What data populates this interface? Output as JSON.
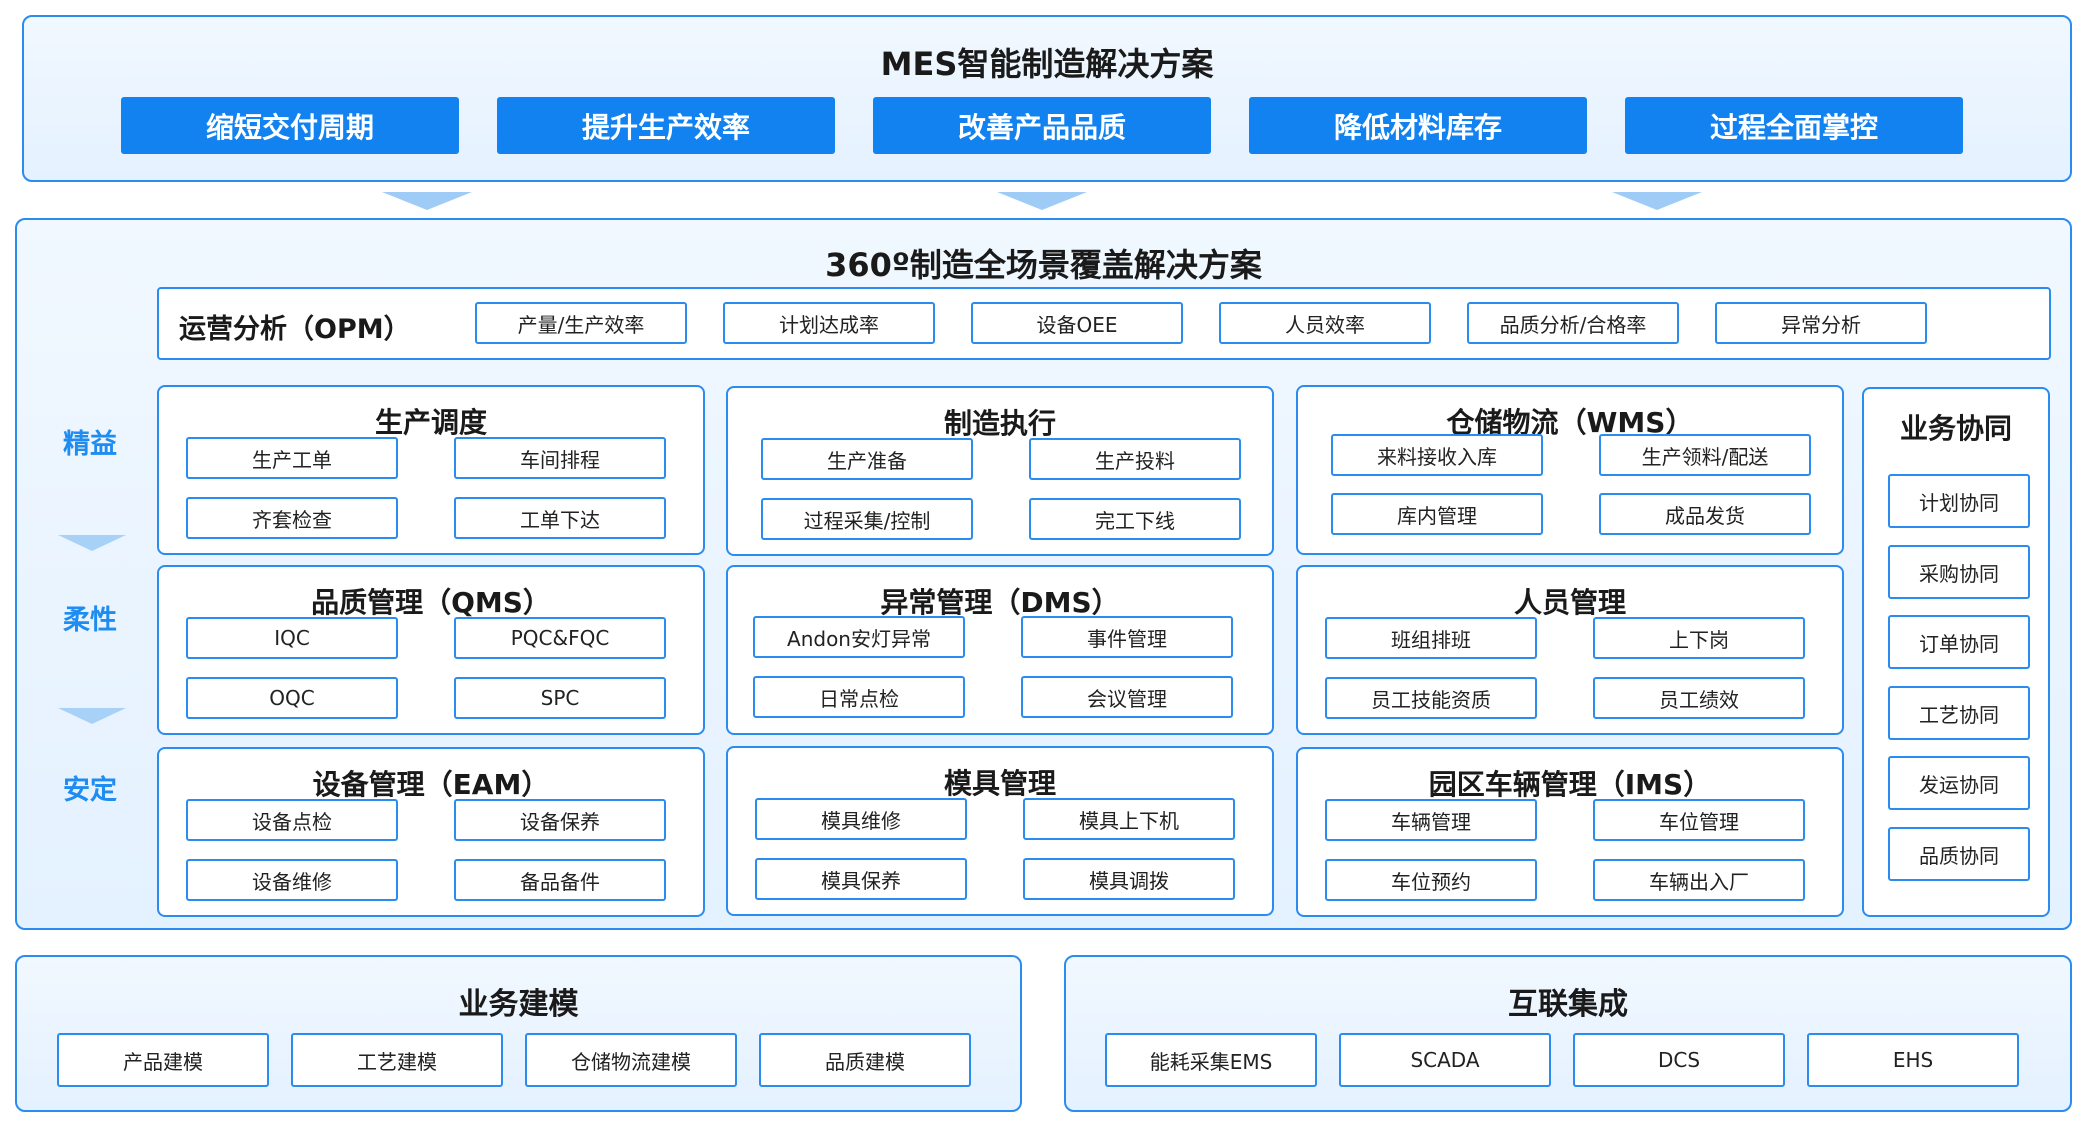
{
  "header": {
    "title": "MES智能制造解决方案",
    "goals": [
      "缩短交付周期",
      "提升生产效率",
      "改善产品品质",
      "降低材料库存",
      "过程全面掌控"
    ]
  },
  "coverage": {
    "title": "360º制造全场景覆盖解决方案",
    "opm": {
      "title": "运营分析（OPM）",
      "items": [
        "产量/生产效率",
        "计划达成率",
        "设备OEE",
        "人员效率",
        "品质分析/合格率",
        "异常分析"
      ]
    },
    "side_labels": [
      "精益",
      "柔性",
      "安定"
    ],
    "modules": [
      {
        "title": "生产调度",
        "items": [
          "生产工单",
          "车间排程",
          "齐套检查",
          "工单下达"
        ]
      },
      {
        "title": "制造执行",
        "items": [
          "生产准备",
          "生产投料",
          "过程采集/控制",
          "完工下线"
        ]
      },
      {
        "title": "仓储物流（WMS）",
        "items": [
          "来料接收入库",
          "生产领料/配送",
          "库内管理",
          "成品发货"
        ]
      },
      {
        "title": "品质管理（QMS）",
        "items": [
          "IQC",
          "PQC&FQC",
          "OQC",
          "SPC"
        ]
      },
      {
        "title": "异常管理（DMS）",
        "items": [
          "Andon安灯异常",
          "事件管理",
          "日常点检",
          "会议管理"
        ]
      },
      {
        "title": "人员管理",
        "items": [
          "班组排班",
          "上下岗",
          "员工技能资质",
          "员工绩效"
        ]
      },
      {
        "title": "设备管理（EAM）",
        "items": [
          "设备点检",
          "设备保养",
          "设备维修",
          "备品备件"
        ]
      },
      {
        "title": "模具管理",
        "items": [
          "模具维修",
          "模具上下机",
          "模具保养",
          "模具调拨"
        ]
      },
      {
        "title": "园区车辆管理（IMS）",
        "items": [
          "车辆管理",
          "车位管理",
          "车位预约",
          "车辆出入厂"
        ]
      }
    ],
    "collaboration": {
      "title": "业务协同",
      "items": [
        "计划协同",
        "采购协同",
        "订单协同",
        "工艺协同",
        "发运协同",
        "品质协同"
      ]
    }
  },
  "bottom": {
    "modeling": {
      "title": "业务建模",
      "items": [
        "产品建模",
        "工艺建模",
        "仓储物流建模",
        "品质建模"
      ]
    },
    "integration": {
      "title": "互联集成",
      "items": [
        "能耗采集EMS",
        "SCADA",
        "DCS",
        "EHS"
      ]
    }
  },
  "colors": {
    "accent": "#1282f0",
    "border": "#2b8cf0",
    "label": "#1e8cf0",
    "panel_bg": "#eaf4ff"
  }
}
